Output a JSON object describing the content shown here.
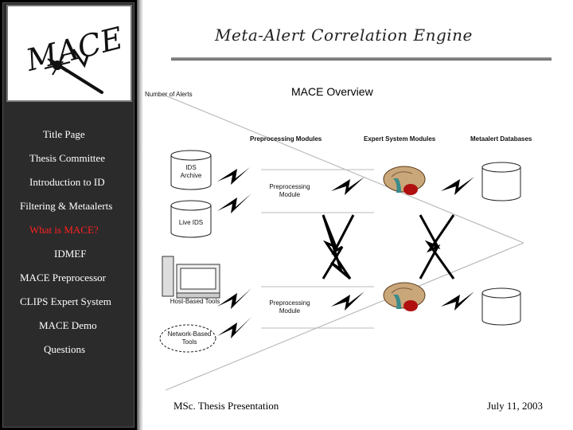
{
  "logo": {
    "text": "MACE"
  },
  "banner": {
    "title": "Meta-Alert Correlation Engine"
  },
  "nav": {
    "items": [
      {
        "label": "Title Page",
        "current": false
      },
      {
        "label": "Thesis Committee",
        "current": false
      },
      {
        "label": "Introduction to ID",
        "current": false
      },
      {
        "label": "Filtering & Metaalerts",
        "current": false
      },
      {
        "label": "What is MACE?",
        "current": true
      },
      {
        "label": "IDMEF",
        "current": false
      },
      {
        "label": "MACE Preprocessor",
        "current": false
      },
      {
        "label": "CLIPS Expert System",
        "current": false
      },
      {
        "label": "MACE Demo",
        "current": false
      },
      {
        "label": "Questions",
        "current": false
      }
    ]
  },
  "diagram": {
    "title": "MACE Overview",
    "axis_label": "Number of Alerts",
    "headers": {
      "preprocessing": "Preprocessing Modules",
      "expert": "Expert System Modules",
      "databases": "Metaalert Databases"
    },
    "sources": {
      "ids_archive_1": "IDS",
      "ids_archive_2": "Archive",
      "live_ids": "Live IDS",
      "host_based": "Host-Based Tools",
      "network_based_1": "Network-Based",
      "network_based_2": "Tools"
    },
    "module_label_1": "Preprocessing",
    "module_label_2": "Module"
  },
  "footer": {
    "left": "MSc. Thesis Presentation",
    "right": "July 11, 2003"
  },
  "colors": {
    "current_item": "#ff2020",
    "nav_text": "#ffffff",
    "sidebar_bg": "#2b2b2b"
  }
}
